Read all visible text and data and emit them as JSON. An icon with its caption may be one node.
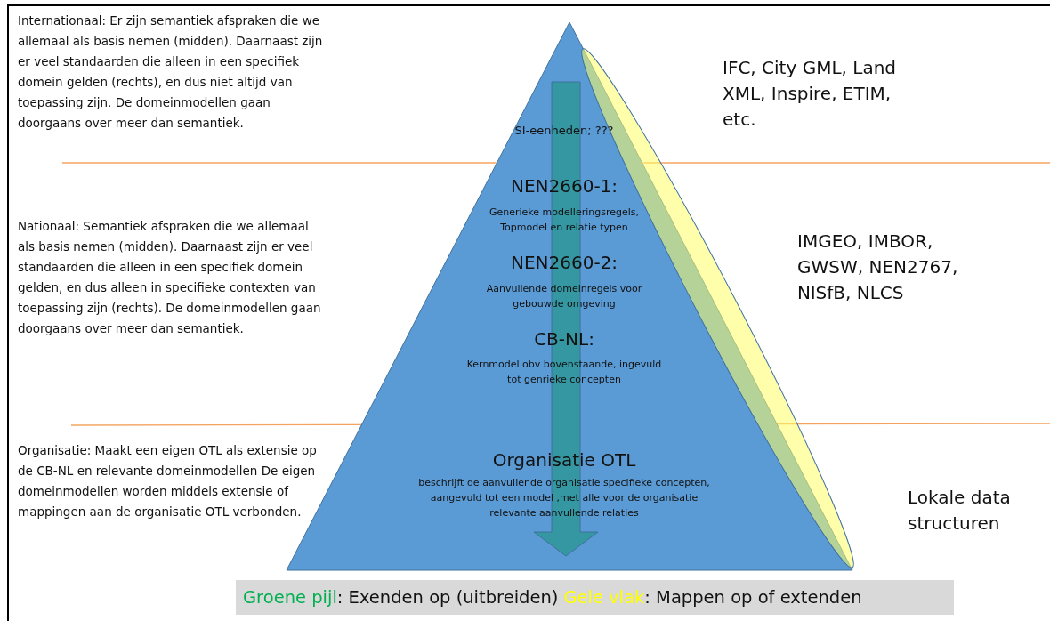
{
  "diagram": {
    "nodes": [
      {
        "text": [
          "SI-eenheden; ???",
          "NEN2660-1:",
          "Generieke modelleringsregels, Topmodel en relatie typen",
          "NEN2660-2:",
          "Aanvullende domeinregels voor gebouwde omgeving",
          "CB-NL:",
          "Kernmodel obv bovenstaande, ingevuld tot genrieke concepten",
          "Organisatie OTL",
          "beschrijft de aanvullende organisatie specifieke concepten, aangevuld tot een model ,met alle voor de organisatie relevante aanvullende relaties"
        ]
      }
    ],
    "edges": [],
    "labels": [
      "Internationaal: Er zijn semantiek afspraken die we allemaal als basis nemen (midden). Daarnaast zijn er veel standaarden die alleen in een specifiek domein gelden (rechts), en dus niet altijd van toepassing zijn. De domeinmodellen gaan doorgaans over meer dan semantiek.",
      "IFC, City GML, Land XML, Inspire, ETIM, etc.",
      "Nationaal: Semantiek afspraken die we allemaal als basis nemen (midden). Daarnaast zijn er veel standaarden die alleen in een specifiek domein gelden, en dus alleen in specifieke contexten van toepassing zijn (rechts). De domeinmodellen gaan doorgaans over meer dan semantiek.",
      "IMGEO, IMBOR, GWSW, NEN2767, NlSfB, NLCS",
      "Organisatie: Maakt een eigen OTL als extensie op de CB-NL en relevante domeinmodellen De eigen domeinmodellen worden middels extensie of mappingen aan de organisatie OTL verbonden.",
      "Lokale data structuren"
    ],
    "legend": [
      {
        "text": "Groene pijl: Exenden op (uitbreiden)",
        "color": "#00b050"
      },
      {
        "text": "Gele vlak: Mappen op of extenden",
        "color": "#ffff00"
      }
    ]
  }
}
